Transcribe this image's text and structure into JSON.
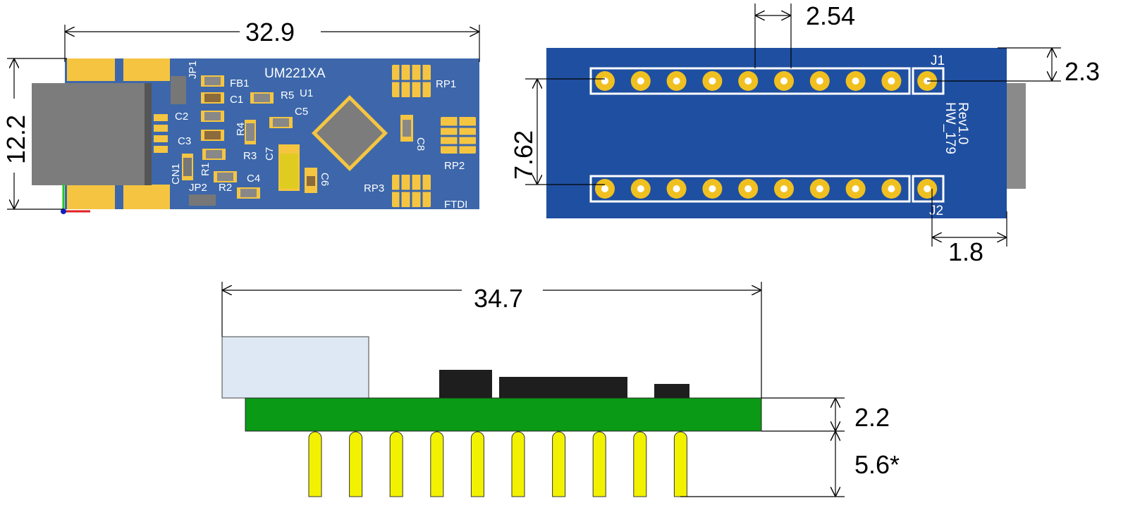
{
  "top_view": {
    "board_title": "UM221XA",
    "ic_label": "U1",
    "brand": "FTDI",
    "components": [
      "JP1",
      "FB1",
      "C1",
      "R5",
      "C5",
      "C2",
      "C3",
      "R4",
      "R3",
      "C7",
      "C8",
      "CN1",
      "R1",
      "R2",
      "C4",
      "C6",
      "JP2",
      "RP1",
      "RP2",
      "RP3"
    ],
    "dim_length": "32.9",
    "dim_width": "12.2",
    "colors": {
      "board": "#3a64a8",
      "pad": "#f5c542",
      "connector": "#7a7a7a"
    }
  },
  "bottom_view": {
    "header_labels": [
      "J1",
      "J2"
    ],
    "rev_text": "Rev1.0",
    "hw_text": "HW_179",
    "dim_pitch": "2.54",
    "dim_row_spacing": "7.62",
    "dim_edge_top": "2.3",
    "dim_edge_side": "1.8",
    "colors": {
      "board": "#1f4fa0",
      "pad": "#f0c020"
    }
  },
  "side_view": {
    "dim_length": "34.7",
    "dim_board_thickness": "2.2",
    "dim_pin_length": "5.6*",
    "colors": {
      "board": "#0a9a16",
      "pins": "#f2f200",
      "usb": "#dde8f4",
      "chips": "#1e1e1e"
    }
  }
}
